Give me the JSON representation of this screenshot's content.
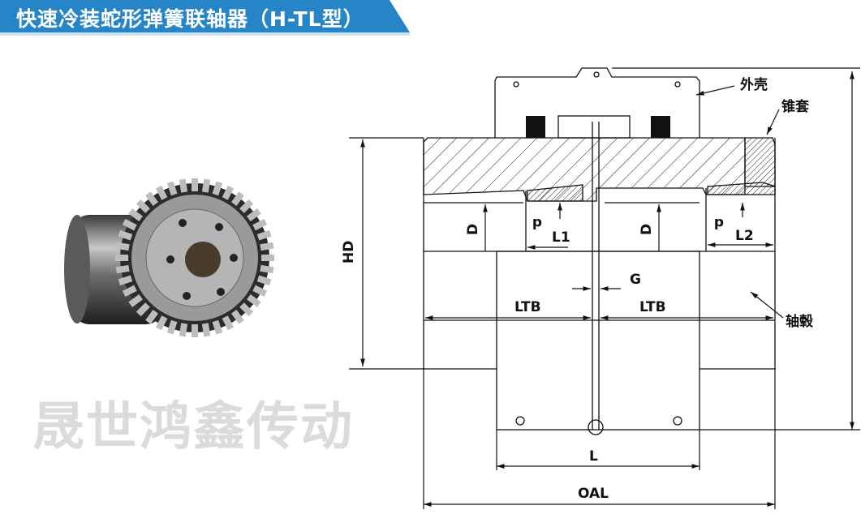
{
  "header": {
    "title": "快速冷装蛇形弹簧联轴器（H-TL型）",
    "color": "#2585c7"
  },
  "labels": {
    "housing": "外壳",
    "taper_sleeve": "锥套",
    "hub": "轴毂",
    "HD": "HD",
    "D": "D",
    "d": "d",
    "L1": "L1",
    "L2": "L2",
    "G": "G",
    "LTB": "LTB",
    "L": "L",
    "OAL": "OAL"
  },
  "watermark": "晟世鸿鑫传动"
}
